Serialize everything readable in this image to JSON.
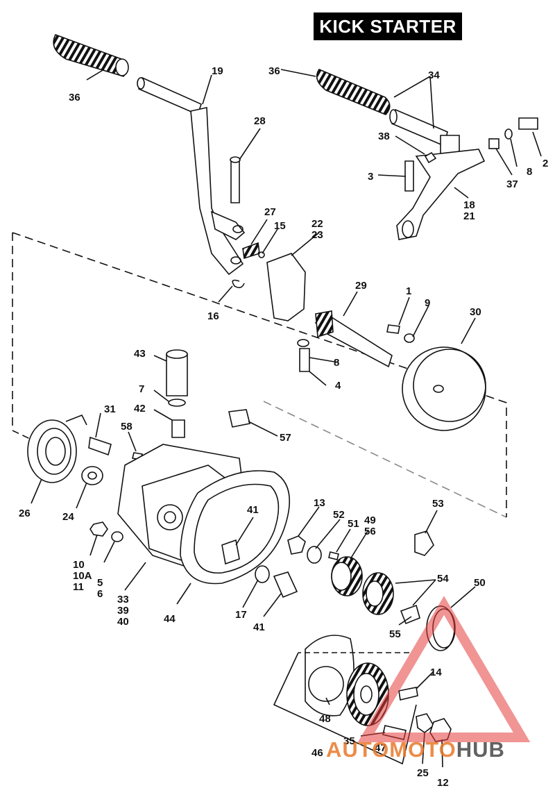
{
  "title": "KICK STARTER",
  "labels": [
    {
      "id": "36a",
      "text": "36"
    },
    {
      "id": "19",
      "text": "19"
    },
    {
      "id": "28",
      "text": "28"
    },
    {
      "id": "36b",
      "text": "36"
    },
    {
      "id": "34",
      "text": "34"
    },
    {
      "id": "38",
      "text": "38"
    },
    {
      "id": "2",
      "text": "2"
    },
    {
      "id": "3",
      "text": "3"
    },
    {
      "id": "8a",
      "text": "8"
    },
    {
      "id": "37",
      "text": "37"
    },
    {
      "id": "18",
      "text": "18\n21"
    },
    {
      "id": "27",
      "text": "27"
    },
    {
      "id": "15",
      "text": "15"
    },
    {
      "id": "22",
      "text": "22\n23"
    },
    {
      "id": "16",
      "text": "16"
    },
    {
      "id": "29",
      "text": "29"
    },
    {
      "id": "1",
      "text": "1"
    },
    {
      "id": "9",
      "text": "9"
    },
    {
      "id": "30",
      "text": "30"
    },
    {
      "id": "8b",
      "text": "8"
    },
    {
      "id": "4",
      "text": "4"
    },
    {
      "id": "43",
      "text": "43"
    },
    {
      "id": "7",
      "text": "7"
    },
    {
      "id": "42",
      "text": "42"
    },
    {
      "id": "31",
      "text": "31"
    },
    {
      "id": "58",
      "text": "58"
    },
    {
      "id": "57",
      "text": "57"
    },
    {
      "id": "26",
      "text": "26"
    },
    {
      "id": "24",
      "text": "24"
    },
    {
      "id": "41a",
      "text": "41"
    },
    {
      "id": "13",
      "text": "13"
    },
    {
      "id": "52",
      "text": "52"
    },
    {
      "id": "51",
      "text": "51"
    },
    {
      "id": "49",
      "text": "49\n56"
    },
    {
      "id": "53",
      "text": "53"
    },
    {
      "id": "10",
      "text": "10\n10A\n11"
    },
    {
      "id": "5",
      "text": "5\n6"
    },
    {
      "id": "33",
      "text": "33\n39\n40"
    },
    {
      "id": "44",
      "text": "44"
    },
    {
      "id": "17",
      "text": "17"
    },
    {
      "id": "41b",
      "text": "41"
    },
    {
      "id": "54",
      "text": "54"
    },
    {
      "id": "50",
      "text": "50"
    },
    {
      "id": "55",
      "text": "55"
    },
    {
      "id": "14",
      "text": "14"
    },
    {
      "id": "48",
      "text": "48"
    },
    {
      "id": "35",
      "text": "35"
    },
    {
      "id": "47",
      "text": "47"
    },
    {
      "id": "46",
      "text": "46"
    },
    {
      "id": "25",
      "text": "25"
    },
    {
      "id": "12",
      "text": "12"
    }
  ],
  "watermark": {
    "part1": "AUTO",
    "part2": "MOTO",
    "part3": "HUB"
  }
}
